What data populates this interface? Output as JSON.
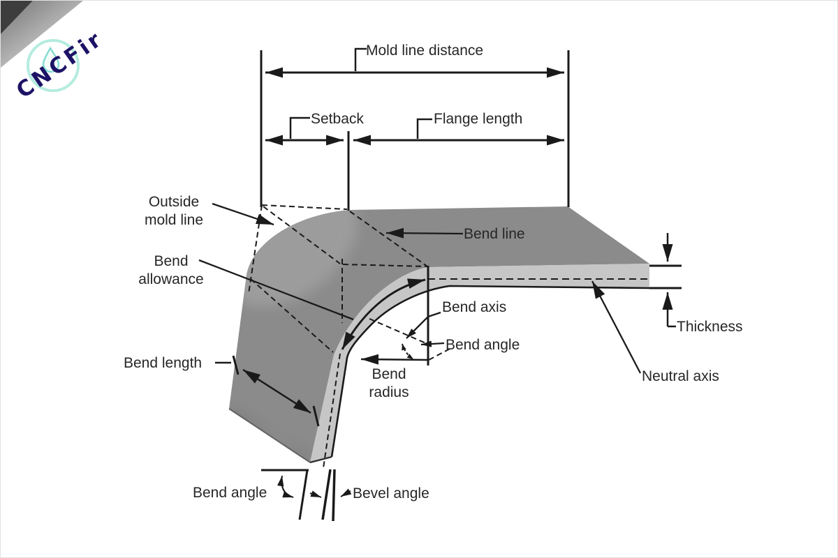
{
  "page": {
    "description": "Sheet metal bending terminology diagram"
  },
  "logo": {
    "brand": "CNCFir"
  },
  "labels": {
    "mold_line_distance": "Mold line distance",
    "setback": "Setback",
    "flange_length": "Flange length",
    "outside_mold_line_1": "Outside",
    "outside_mold_line_2": "mold line",
    "bend_line": "Bend line",
    "bend_allowance_1": "Bend",
    "bend_allowance_2": "allowance",
    "bend_axis": "Bend axis",
    "bend_angle_upper": "Bend angle",
    "bend_radius_1": "Bend",
    "bend_radius_2": "radius",
    "bend_length": "Bend length",
    "thickness": "Thickness",
    "neutral_axis": "Neutral axis",
    "bend_angle_lower": "Bend angle",
    "bevel_angle": "Bevel angle"
  },
  "colors": {
    "line": "#1a1a1a",
    "text": "#262626",
    "sheet_top": "#8b8b8b",
    "sheet_edge": "#c6c6c6",
    "sheet_highlight": "#a9a9a9",
    "sheet_shadow": "#5e5e5e",
    "logo_navy": "#1c1366",
    "logo_cyan": "#b5ecdf",
    "logo_drop": "#86dcd2",
    "ribbon_dark": "#3d3d3d",
    "ribbon_gray_1": "#848484",
    "ribbon_gray_2": "#cdcdcd"
  }
}
